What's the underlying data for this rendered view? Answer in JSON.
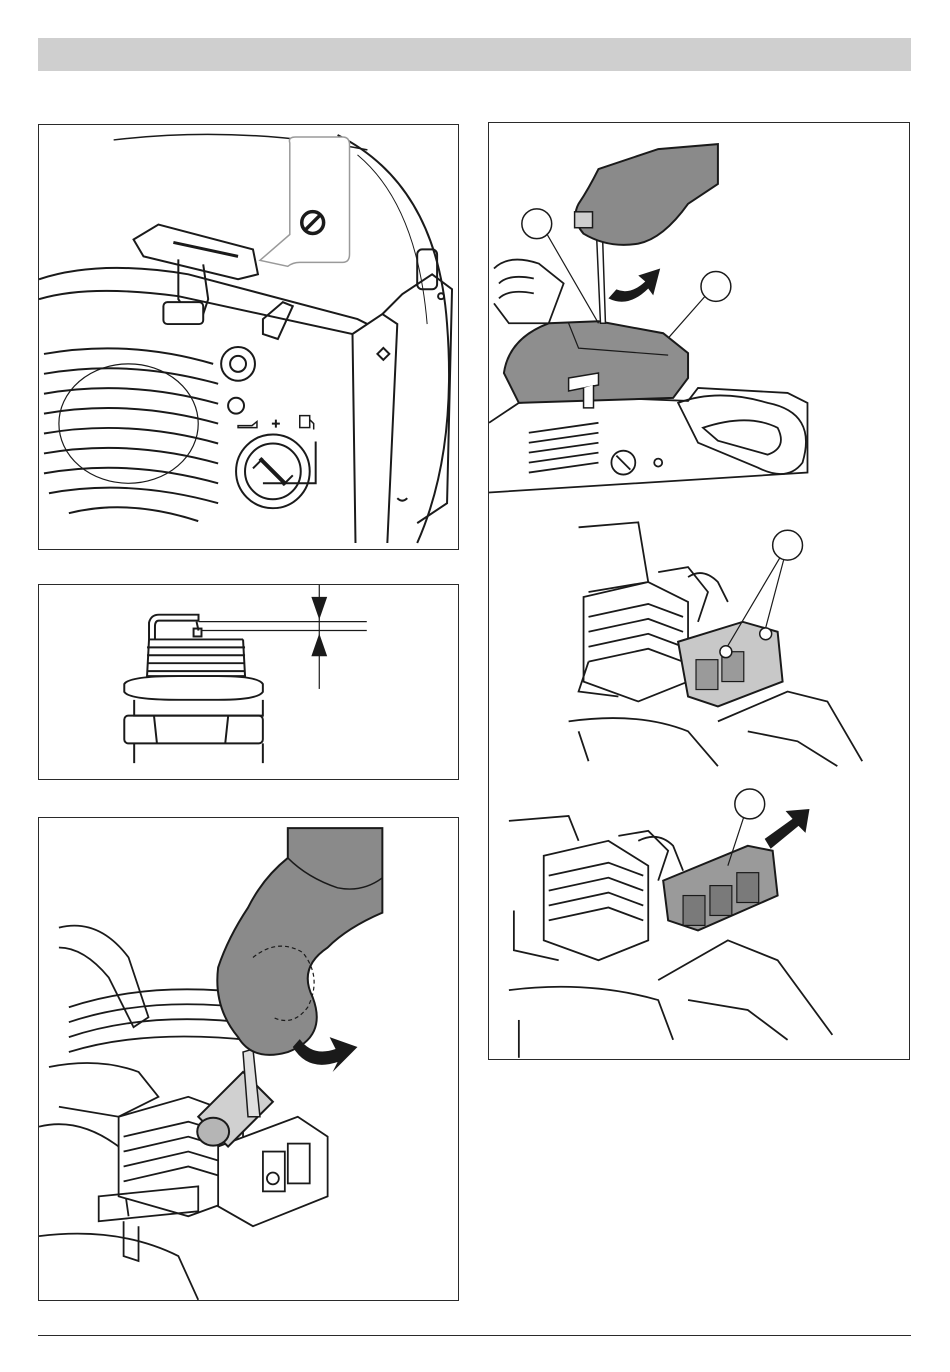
{
  "header": {
    "bar_color": "#cfcfcf"
  },
  "figures": [
    {
      "id": "starter-fuel-cap",
      "icons": [
        "prohibited-icon",
        "oil-icon",
        "fuel-icon",
        "plus-sign"
      ]
    },
    {
      "id": "spark-plug-gap",
      "icons": [
        "gap-arrow-down-icon",
        "gap-arrow-up-icon"
      ]
    },
    {
      "id": "spark-plug-wrench",
      "icons": [
        "rotate-arrow-icon"
      ]
    },
    {
      "id": "air-filter-removal",
      "callouts": [
        "callout-1",
        "callout-2",
        "callout-3",
        "callout-4"
      ],
      "icons": [
        "rotate-arrow-icon",
        "lift-arrow-icon"
      ]
    }
  ],
  "colors": {
    "glove": "#8a8a8a",
    "cover": "#8e8e8e",
    "line": "#1a1a1a",
    "panel_border": "#2a2a2a"
  }
}
